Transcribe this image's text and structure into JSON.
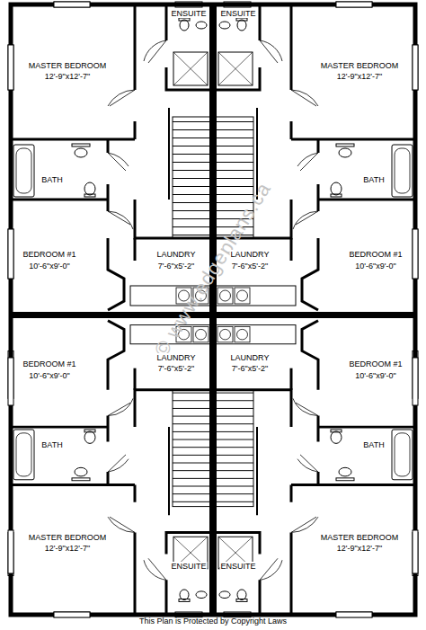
{
  "diagram": {
    "caption": "This Plan is Protected by Copyright Laws",
    "labels": [
      "MASTER BEDROOM",
      "12'-9\"x12'-7\"",
      "ENSUITE",
      "ENSUITE",
      "MASTER BEDROOM",
      "12'-9\"x12'-7\"",
      "BATH",
      "BATH",
      "BEDROOM #1",
      "10'-6\"x9'-0\"",
      "LAUNDRY",
      "7'-6\"x5'-2\"",
      "LAUNDRY",
      "7'-6\"x5'-2\"",
      "BEDROOM #1",
      "10'-6\"x9'-0\"",
      "© www.edgeplans.ca",
      "BEDROOM #1",
      "10'-6\"x9'-0\"",
      "LAUNDRY",
      "7'-6\"x5'-2\"",
      "LAUNDRY",
      "7'-6\"x5'-2\"",
      "BEDROOM #1",
      "10'-6\"x9'-0\"",
      "BATH",
      "BATH",
      "MASTER BEDROOM",
      "12'-9\"x12'-7\"",
      "MASTER BEDROOM",
      "12'-9\"x12'-7\"",
      "ENSUITE",
      "ENSUITE"
    ]
  }
}
